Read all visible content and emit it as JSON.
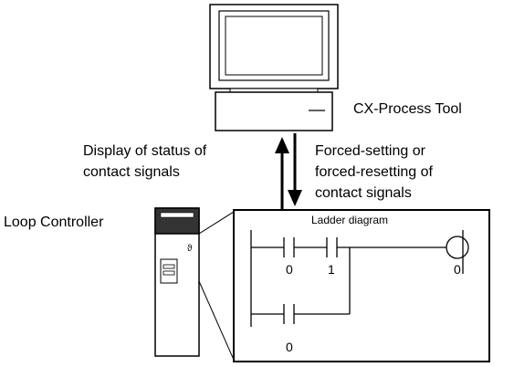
{
  "labels": {
    "tool": "CX-Process Tool",
    "display_line1": "Display of status of",
    "display_line2": "contact signals",
    "forced_line1": "Forced-setting or",
    "forced_line2": "forced-resetting of",
    "forced_line3": "contact signals",
    "loop_controller": "Loop Controller",
    "ladder_title": "Ladder diagram"
  },
  "ladder": {
    "contact_a": "0",
    "contact_b": "1",
    "coil": "0",
    "contact_c": "0"
  }
}
